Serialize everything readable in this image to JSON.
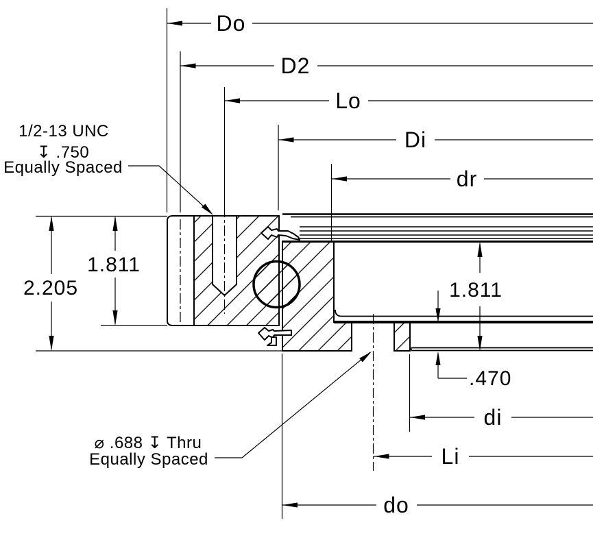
{
  "top_dims": [
    {
      "label": "Do"
    },
    {
      "label": "D2"
    },
    {
      "label": "Lo"
    },
    {
      "label": "Di"
    },
    {
      "label": "dr"
    }
  ],
  "bottom_dims": [
    {
      "label": "di"
    },
    {
      "label": "Li"
    },
    {
      "label": "do"
    }
  ],
  "height_dims": {
    "overall": "2.205",
    "outer_ring": "1.811",
    "inner_ring": "1.811",
    "flange": ".470"
  },
  "notes": {
    "tapped": {
      "l1": "1/2-13 UNC",
      "l2": "↧ .750",
      "l3": "Equally Spaced"
    },
    "through": {
      "l1": "⌀ .688  ↧ Thru",
      "l2": "Equally Spaced"
    }
  },
  "colors": {
    "ink": "#000000",
    "paper": "#ffffff"
  }
}
